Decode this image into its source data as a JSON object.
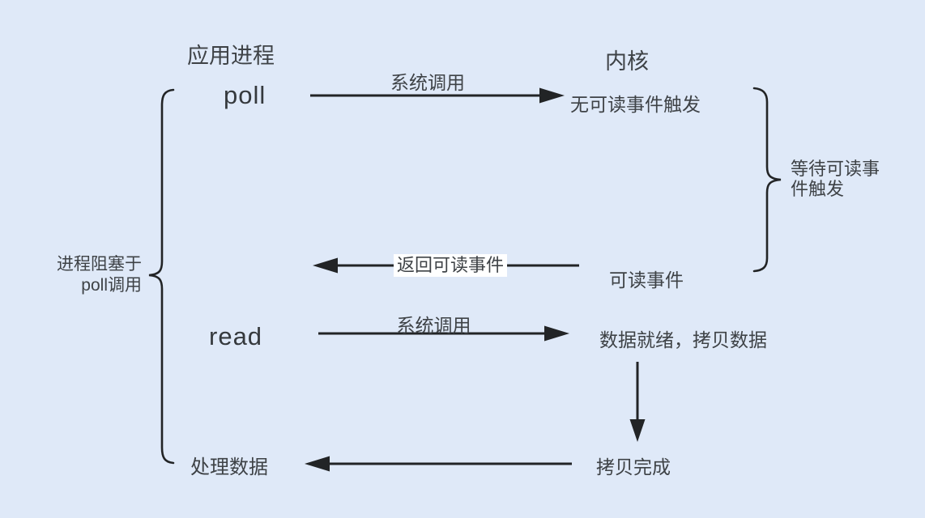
{
  "diagram": {
    "headers": {
      "app_process": "应用进程",
      "kernel": "内核"
    },
    "nodes": {
      "poll": "poll",
      "read": "read",
      "process_data": "处理数据",
      "no_readable_event": "无可读事件触发",
      "readable_event": "可读事件",
      "data_ready_copy": "数据就绪，拷贝数据",
      "copy_done": "拷贝完成"
    },
    "edges": {
      "poll_syscall_label": "系统调用",
      "read_syscall_label": "系统调用",
      "return_readable_label": "返回可读事件"
    },
    "braces": {
      "right_label_line1": "等待可读事",
      "right_label_line2": "件触发",
      "left_label_line1": "进程阻塞于",
      "left_label_line2": "poll调用"
    },
    "colors": {
      "background": "#dfe9f8",
      "text": "#3e4246",
      "line": "#222426",
      "label_highlight": "#ffffff"
    }
  }
}
